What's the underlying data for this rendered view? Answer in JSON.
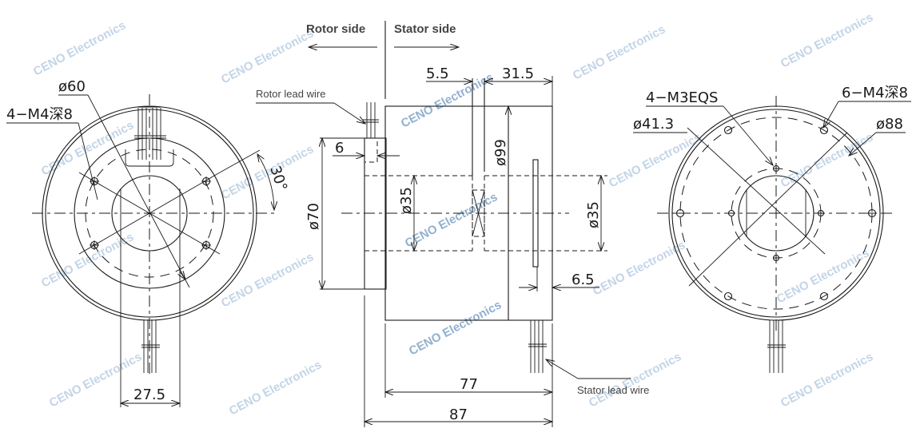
{
  "drawing": {
    "title": "Through-bore slip ring outline drawing",
    "watermark": "CENO Electronics",
    "colors": {
      "line": "#1a1a1a",
      "label": "#444444",
      "watermark": "#a9c3dd"
    }
  },
  "side_labels": {
    "rotor_side": "Rotor side",
    "stator_side": "Stator side"
  },
  "callouts": {
    "rotor_lead_wire": "Rotor lead wire",
    "stator_lead_wire": "Stator lead wire"
  },
  "left_view": {
    "dia_pcd": "ø60",
    "holes": "4−M4深8",
    "angle": "30°",
    "width": "27.5"
  },
  "side_view": {
    "dim_5_5": "5.5",
    "dim_31_5": "31.5",
    "dim_6": "6",
    "dia_99": "ø99",
    "dia_70": "ø70",
    "dia_35_left": "ø35",
    "dia_35_right": "ø35",
    "dim_6_5": "6.5",
    "len_77": "77",
    "len_87": "87"
  },
  "right_view": {
    "holes_inner": "4−M3EQS",
    "dia_inner_pcd": "ø41.3",
    "holes_outer": "6−M4深8",
    "dia_outer_pcd": "ø88"
  }
}
